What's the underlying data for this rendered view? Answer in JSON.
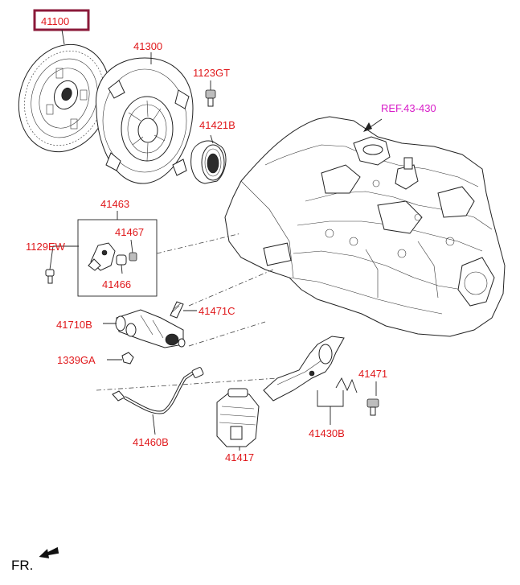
{
  "parts": {
    "clutch_disc": "41100",
    "pressure_plate": "41300",
    "bolt_1123gt": "1123GT",
    "release_bearing": "41421B",
    "reference": "REF.43-430",
    "bracket_assy": "41463",
    "bolt_1129ew": "1129EW",
    "part_41467": "41467",
    "part_41466": "41466",
    "release_cylinder": "41710B",
    "bleeder_41471c": "41471C",
    "clip_1339ga": "1339GA",
    "part_41471": "41471",
    "fork_assy": "41430B",
    "hose": "41460B",
    "boot": "41417"
  },
  "direction_label": "FR.",
  "colors": {
    "label": "#e0191c",
    "reference": "#d81cc8",
    "highlight_box": "#8b1a3a"
  },
  "icons": [
    "front-arrow-icon"
  ]
}
